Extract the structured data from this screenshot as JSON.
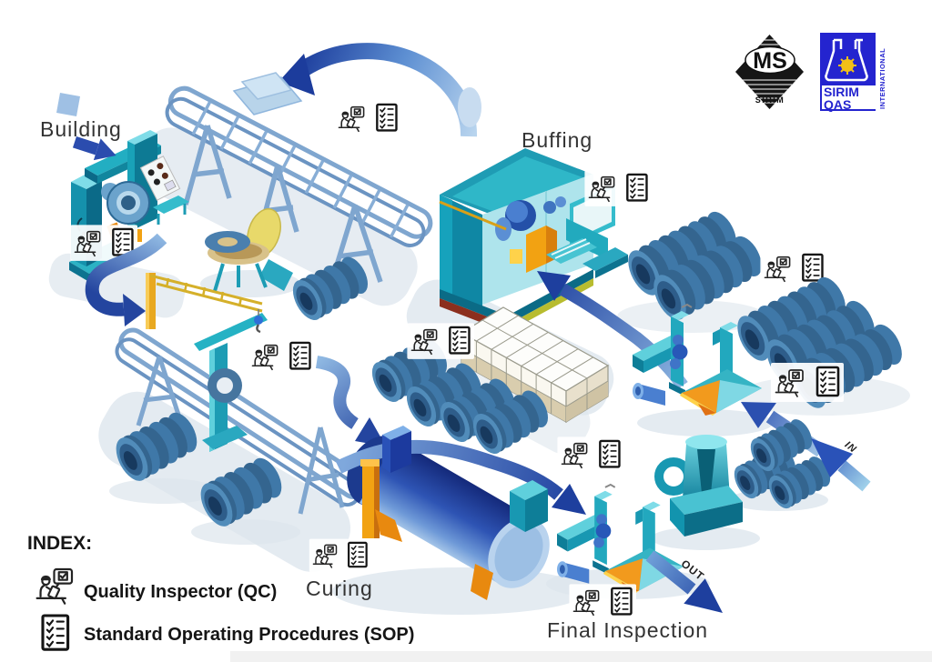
{
  "diagram": {
    "stations": {
      "building": "Building",
      "buffing": "Buffing",
      "curing": "Curing",
      "final_inspection": "Final Inspection"
    },
    "flow": {
      "in": "IN",
      "out": "OUT"
    },
    "index": {
      "title": "INDEX:",
      "qc": "Quality Inspector (QC)",
      "sop": "Standard Operating Procedures (SOP)"
    },
    "logos": {
      "ms": {
        "text": "MS",
        "caption": "SIRIM"
      },
      "sirim_qas": {
        "line1": "SIRIM",
        "line2": "QAS",
        "side": "INTERNATIONAL"
      }
    },
    "colors": {
      "machine_teal": "#1ba8bf",
      "steel_blue": "#8fb6dd",
      "tire_blue": "#3f7dad",
      "arrow_blue": "#2b4cae",
      "accent_orange": "#f29a1d",
      "logo_blue": "#2424cf"
    }
  }
}
